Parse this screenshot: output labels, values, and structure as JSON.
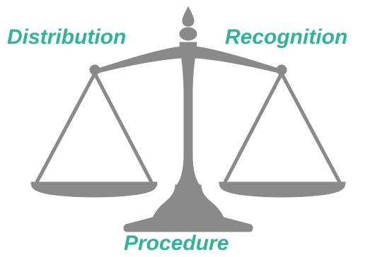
{
  "labels": {
    "left": "Distribution",
    "right": "Recognition",
    "bottom": "Procedure"
  },
  "colors": {
    "label": "#2fb39a",
    "scale": "#8a8a8a",
    "scale_dark": "#7a7a7a"
  },
  "icon": "balance-scale-icon"
}
